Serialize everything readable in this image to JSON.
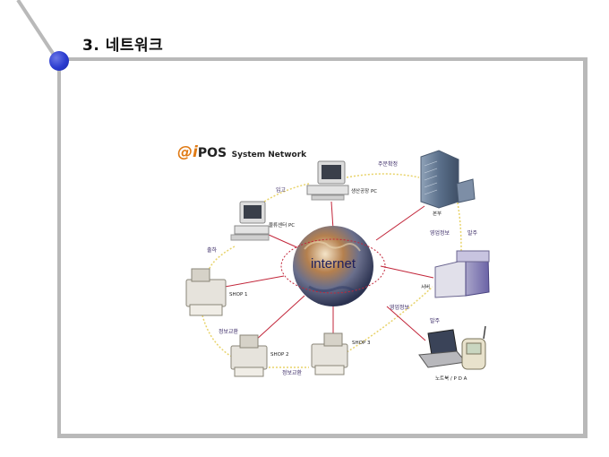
{
  "page": {
    "title": "3. 네트워크"
  },
  "diagram": {
    "logo": {
      "at": "@i",
      "pos": "POS",
      "system": "System Network"
    },
    "center": "internet",
    "nodes": {
      "factory_pc": "생산공장 PC",
      "logistics_pc": "물류센터 PC",
      "hq": "본부",
      "server": "서버",
      "shop1": "SHOP 1",
      "shop2": "SHOP 2",
      "shop3": "SHOP 3",
      "notebook_pda": "노트북 / P D A"
    },
    "edge_labels": {
      "order_receive": "주문확정",
      "stock_in": "입고",
      "ship_out": "출하",
      "sales_info_1": "영업정보",
      "order_1": "발주",
      "sales_info_2": "영업정보",
      "order_2": "발주",
      "info_exchange_1": "정보교환",
      "info_exchange_2": "정보교환"
    },
    "colors": {
      "link": "#c2263a",
      "ring": "#e8d36a",
      "frame": "#b9b9b9",
      "accent_dot": "#2a3bcf"
    }
  }
}
